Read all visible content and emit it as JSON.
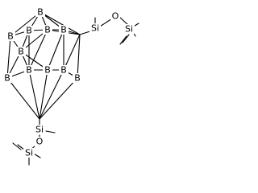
{
  "molecule": {
    "atoms": {
      "b_top": "B",
      "b_ul": "B",
      "b_um1": "B",
      "b_um2": "B",
      "b_um3": "B",
      "b_left1": "B",
      "b_left2": "B",
      "b_c1": "B",
      "b_c2": "B",
      "b_c3": "B",
      "b_right": "B",
      "si_upper": "Si",
      "o_upper": "O",
      "si_upper2": "Si",
      "si_lower": "Si",
      "o_lower": "O",
      "si_lower2": "Si"
    }
  }
}
